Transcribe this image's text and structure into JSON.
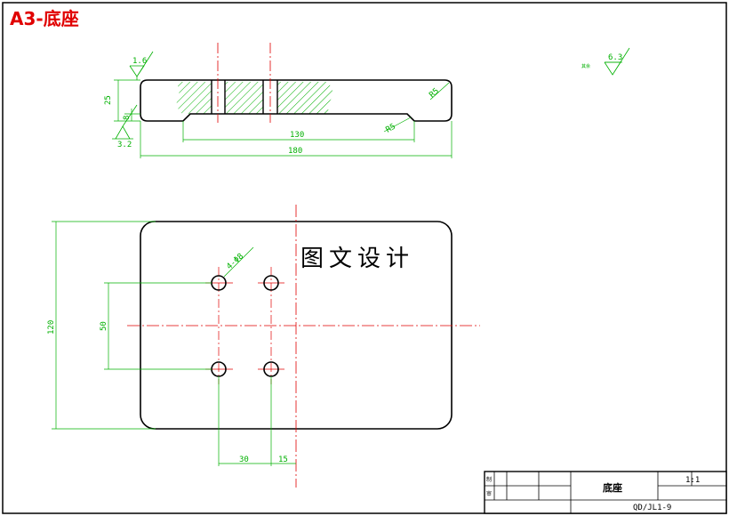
{
  "title": "A3-底座",
  "watermark": "图文设计",
  "roughness": {
    "top_left": "1.6",
    "bottom_left": "3.2",
    "general": "6.3",
    "general_prefix": "其余"
  },
  "side_view": {
    "dims": {
      "height": "25",
      "step": "8",
      "inner_length": "130",
      "total_length": "180",
      "radius_top": "R5",
      "radius_bottom": "R5"
    }
  },
  "top_view": {
    "dims": {
      "height": "120",
      "hole_spacing_y": "50",
      "hole_spacing_x": "30",
      "edge_offset": "15",
      "hole_note": "4-Φ8"
    }
  },
  "title_block": {
    "row1_label": "制",
    "row2_label": "审",
    "part_name": "底座",
    "scale": "1:1",
    "drawing_no": "QD/JL1-9"
  },
  "colors": {
    "outline": "#000000",
    "dimension": "#00b000",
    "centerline": "#e00000",
    "title": "#e00000"
  }
}
